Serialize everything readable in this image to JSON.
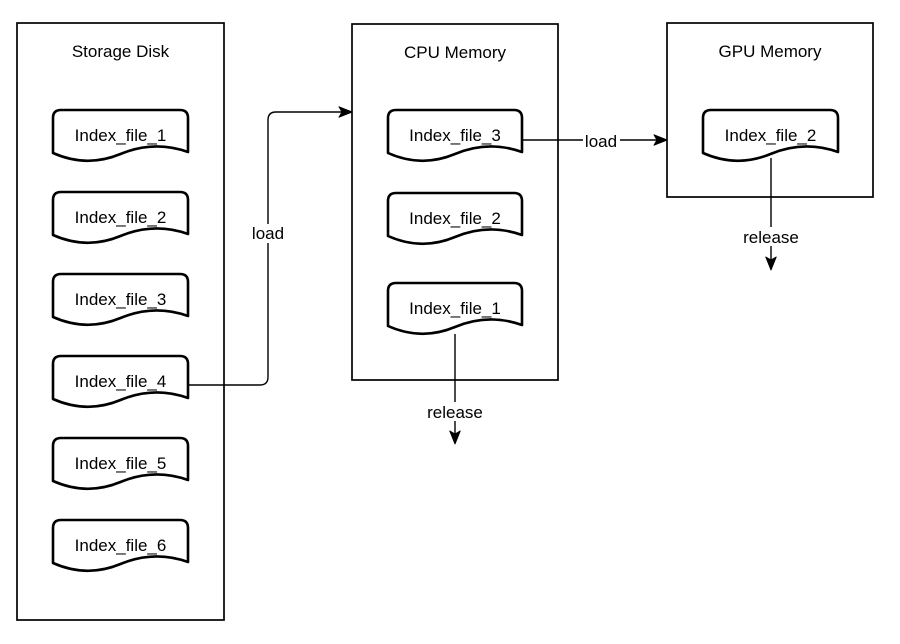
{
  "diagram": {
    "storage": {
      "title": "Storage Disk",
      "files": [
        "Index_file_1",
        "Index_file_2",
        "Index_file_3",
        "Index_file_4",
        "Index_file_5",
        "Index_file_6"
      ]
    },
    "cpu": {
      "title": "CPU Memory",
      "files": [
        "Index_file_3",
        "Index_file_2",
        "Index_file_1"
      ]
    },
    "gpu": {
      "title": "GPU Memory",
      "files": [
        "Index_file_2"
      ]
    },
    "edges": {
      "storage_to_cpu_label": "load",
      "cpu_to_gpu_label": "load",
      "cpu_release_label": "release",
      "gpu_release_label": "release"
    },
    "colors": {
      "stroke": "#000000",
      "fill": "#ffffff",
      "background": "#ffffff"
    }
  }
}
